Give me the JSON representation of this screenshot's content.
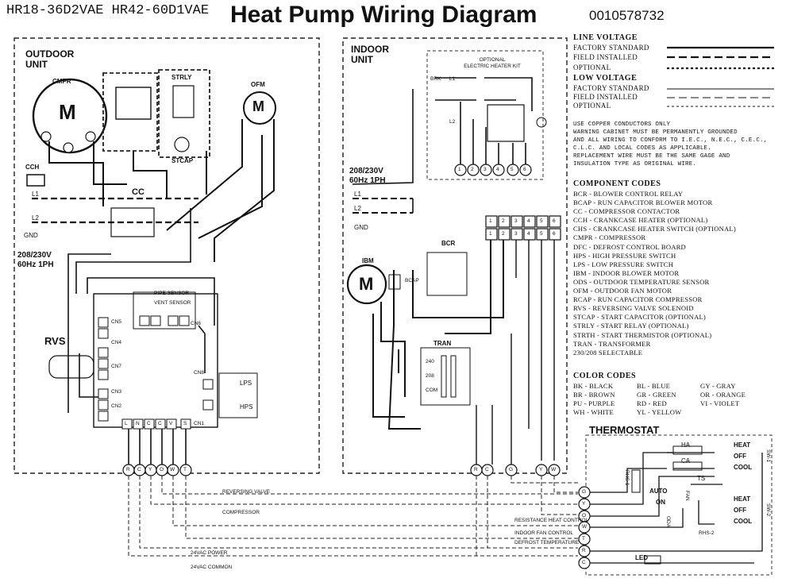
{
  "header": {
    "model": "HR18-36D2VAE HR42-60D1VAE",
    "title": "Heat Pump Wiring Diagram",
    "part_number": "0010578732"
  },
  "outdoor": {
    "title_line1": "OUTDOOR",
    "title_line2": "UNIT",
    "components": {
      "cmpr": "CMPR",
      "motor": "M",
      "ofm": "OFM",
      "strly": "STRLY",
      "stcap": "STCAP",
      "cch": "CCH",
      "cc": "CC",
      "rvs": "RVS",
      "gnd": "GND",
      "lps": "LPS",
      "hps": "HPS",
      "pipe_sensor": "PIPE SENSOR",
      "vent_sensor": "VENT SENSOR"
    },
    "supply_line1": "208/230V",
    "supply_line2": "60Hz 1PH",
    "lines": {
      "l1": "L1",
      "l2": "L2"
    },
    "terminals": [
      "R",
      "C",
      "Y",
      "O",
      "W",
      "T"
    ],
    "board_terminals": [
      "L",
      "N",
      "C",
      "C",
      "V",
      "S"
    ],
    "connectors": [
      "CN1",
      "CN2",
      "CN3",
      "CN4",
      "CN5",
      "CN6",
      "CN7",
      "CN8"
    ]
  },
  "indoor": {
    "title_line1": "INDOOR",
    "title_line2": "UNIT",
    "heater_kit_line1": "OPTIONAL",
    "heater_kit_line2": "ELECTRIC HEATER KIT",
    "heater_labels": {
      "brk": "BRK",
      "l1": "L1",
      "l2": "L2"
    },
    "heater_terminals": [
      "1",
      "2",
      "3",
      "4",
      "5",
      "6"
    ],
    "supply_line1": "208/230V",
    "supply_line2": "60Hz 1PH",
    "lines": {
      "l1": "L1",
      "l2": "L2"
    },
    "gnd": "GND",
    "board_row1": [
      "1",
      "2",
      "3",
      "4",
      "5",
      "6"
    ],
    "board_row2": [
      "1",
      "2",
      "3",
      "4",
      "5",
      "6"
    ],
    "components": {
      "bcr": "BCR",
      "ibm": "IBM",
      "motor": "M",
      "bcap": "BCAP",
      "tran": "TRAN",
      "com": "COM"
    },
    "tran_taps": [
      "240",
      "208",
      "COM"
    ],
    "terminals": [
      "R",
      "C",
      "G",
      "Y",
      "W"
    ]
  },
  "wires": {
    "reversing_valve": "REVERSING VALVE",
    "compressor": "COMPRESSOR",
    "resistance_heat_control": "RESISTANCE HEAT CONTROL",
    "indoor_fan_control": "INDOOR FAN CONTROL",
    "defrost_temp": "DEFROST TEMPERATURE",
    "power_24vac": "24VAC POWER",
    "common_24vac": "24VAC COMMON"
  },
  "thermostat": {
    "title": "THERMOSTAT",
    "terminals": [
      "G",
      "Y",
      "O",
      "W",
      "T",
      "R",
      "C"
    ],
    "heat": "HEAT",
    "off": "OFF",
    "cool": "COOL",
    "heat2": "HEAT",
    "off2": "OFF",
    "cool2": "COOL",
    "auto": "AUTO",
    "on": "ON",
    "fan": "FAN",
    "sw1": "SW-1",
    "sw2": "SW-2",
    "ha": "HA",
    "ca": "CA",
    "ts": "TS",
    "rhs1": "RHS-1",
    "rhs2": "RHS-2",
    "oda": "ODA",
    "led": "LED"
  },
  "legend": {
    "line_voltage": "LINE VOLTAGE",
    "lv_factory": "FACTORY STANDARD",
    "lv_field": "FIELD INSTALLED",
    "lv_optional": "OPTIONAL",
    "low_voltage": "LOW VOLTAGE",
    "low_factory": "FACTORY STANDARD",
    "low_field": "FIELD INSTALLED",
    "low_optional": "OPTIONAL",
    "notes": [
      "USE COPPER CONDUCTORS ONLY",
      "WARNING CABINET MUST BE PERMANENTLY GROUNDED",
      "AND ALL WIRING TO CONFORM TO I.E.C., N.E.C., C.E.C.,",
      "C.L.C. AND LOCAL CODES AS APPLICABLE.",
      "REPLACEMENT WIRE MUST BE THE SAME GAGE AND",
      "INSULATION TYPE AS ORIGINAL WIRE."
    ],
    "component_codes_title": "COMPONENT CODES",
    "component_codes": [
      "BCR - BLOWER CONTROL RELAY",
      "BCAP - RUN CAPACITOR BLOWER MOTOR",
      "CC - COMPRESSOR CONTACTOR",
      "CCH - CRANKCASE HEATER (OPTIONAL)",
      "CHS - CRANKCASE HEATER SWITCH (OPTIONAL)",
      "CMPR - COMPRESSOR",
      "DFC - DEFROST CONTROL BOARD",
      "HPS - HIGH PRESSURE SWITCH",
      "LPS - LOW PRESSURE SWITCH",
      "IBM - INDOOR BLOWER MOTOR",
      "ODS - OUTDOOR TEMPERATURE SENSOR",
      "OFM - OUTDOOR FAN MOTOR",
      "RCAP - RUN CAPACITOR COMPRESSOR",
      "RVS - REVERSING VALVE SOLENOID",
      "STCAP - START CAPACITOR (OPTIONAL)",
      "STRLY - START RELAY (OPTIONAL)",
      "STRTH - START THERMISTOR (OPTIONAL)",
      "TRAN - TRANSFORMER",
      "230/208 SELECTABLE"
    ],
    "color_codes_title": "COLOR CODES",
    "color_codes": [
      [
        "BK - BLACK",
        "BL - BLUE",
        "GY - GRAY"
      ],
      [
        "BR - BROWN",
        "GR - GREEN",
        "OR - ORANGE"
      ],
      [
        "PU - PURPLE",
        "RD - RED",
        "VI - VIOLET"
      ],
      [
        "WH - WHITE",
        "YL - YELLOW",
        ""
      ]
    ]
  }
}
